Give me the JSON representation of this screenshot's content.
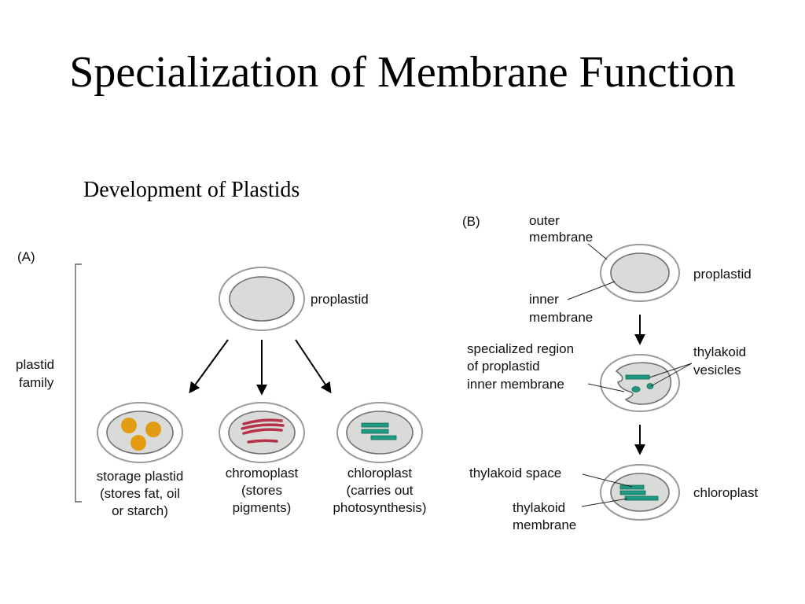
{
  "slide": {
    "title": "Specialization of Membrane Function",
    "subtitle": "Development of Plastids"
  },
  "panel_a": {
    "label": "(A)",
    "bracket_label": [
      "plastid",
      "family"
    ],
    "top": {
      "label": "proplastid"
    },
    "children": [
      {
        "name": "storage plastid",
        "caption": [
          "storage plastid",
          "(stores fat, oil",
          "or starch)"
        ]
      },
      {
        "name": "chromoplast",
        "caption": [
          "chromoplast",
          "(stores",
          "pigments)"
        ]
      },
      {
        "name": "chloroplast",
        "caption": [
          "chloroplast",
          "(carries out",
          "photosynthesis)"
        ]
      }
    ]
  },
  "panel_b": {
    "label": "(B)",
    "outer_membrane": [
      "outer",
      "membrane"
    ],
    "inner_membrane": [
      "inner",
      "membrane"
    ],
    "proplastid": "proplastid",
    "specialized_region": [
      "specialized region",
      "of proplastid",
      "inner membrane"
    ],
    "thylakoid_vesicles": [
      "thylakoid",
      "vesicles"
    ],
    "thylakoid_space": "thylakoid space",
    "thylakoid_membrane": [
      "thylakoid",
      "membrane"
    ],
    "chloroplast": "chloroplast"
  },
  "colors": {
    "outer_fill": "#ffffff",
    "outer_stroke": "#9a9a9a",
    "inner_fill": "#d8dbd8",
    "inner_stroke": "#6f6f6f",
    "starch": "#e49b14",
    "pigment": "#b8304a",
    "thylakoid": "#1f9a82",
    "thylakoid_dark": "#0f6b58"
  }
}
